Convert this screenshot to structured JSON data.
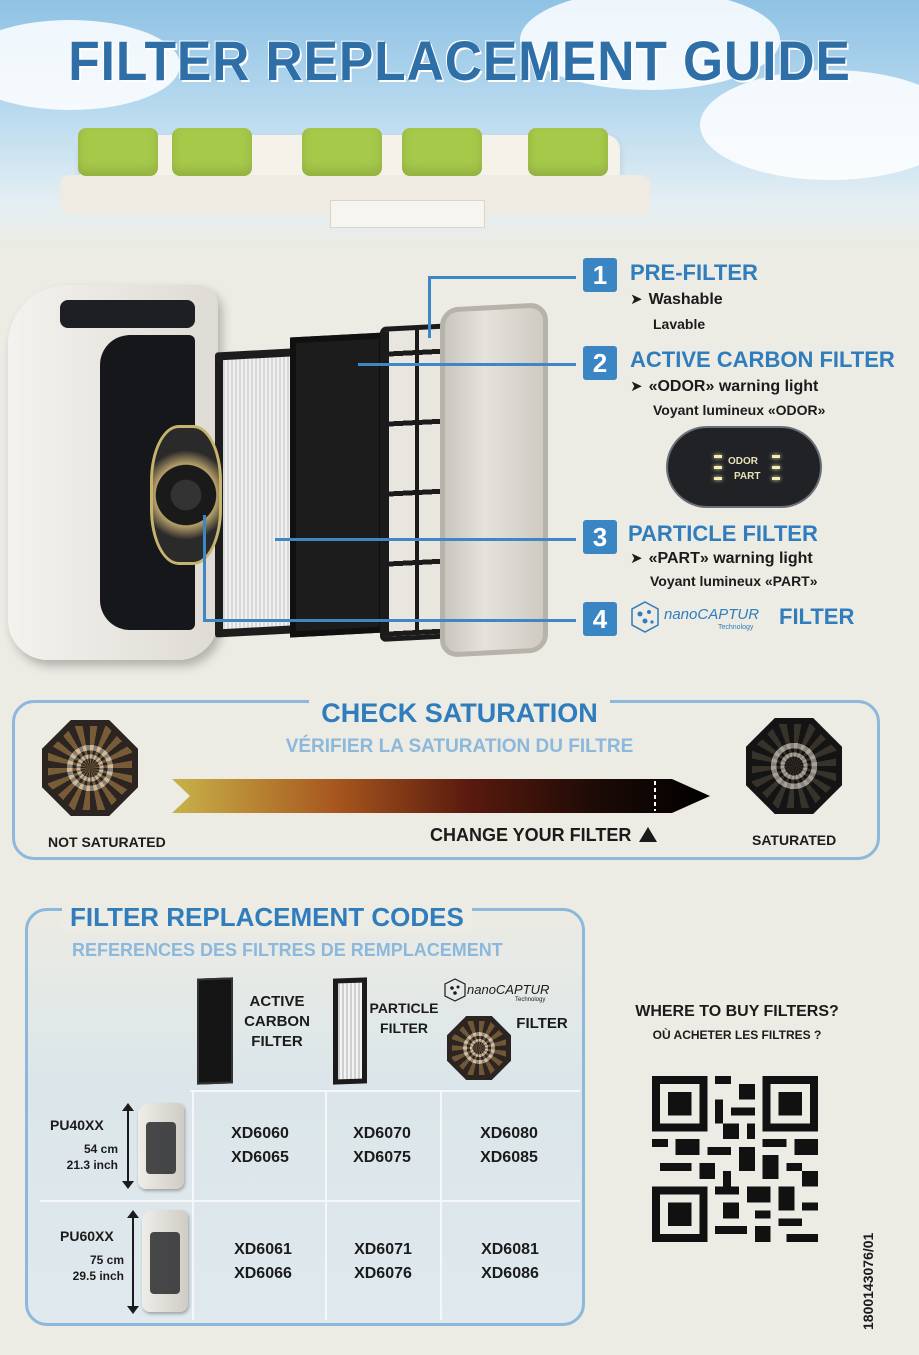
{
  "title": "FILTER REPLACEMENT GUIDE",
  "callouts": [
    {
      "number": "1",
      "title": "PRE-FILTER",
      "line1": "Washable",
      "line2": "Lavable"
    },
    {
      "number": "2",
      "title": "ACTIVE CARBON FILTER",
      "line1": "«ODOR» warning light",
      "line2": "Voyant lumineux «ODOR»"
    },
    {
      "number": "3",
      "title": "PARTICLE FILTER",
      "line1": "«PART» warning light",
      "line2": "Voyant lumineux «PART»"
    },
    {
      "number": "4",
      "title": "FILTER",
      "logo_text": "nanoCAPTUR",
      "logo_sub": "Technology"
    }
  ],
  "control_panel": {
    "odor": "ODOR",
    "part": "PART"
  },
  "saturation": {
    "title": "CHECK SATURATION",
    "subtitle": "VÉRIFIER LA SATURATION DU FILTRE",
    "left_label": "NOT SATURATED",
    "right_label": "SATURATED",
    "change_label": "CHANGE YOUR FILTER"
  },
  "codes": {
    "title": "FILTER REPLACEMENT CODES",
    "subtitle": "REFERENCES DES FILTRES DE REMPLACEMENT",
    "columns": [
      {
        "l1": "ACTIVE",
        "l2": "CARBON",
        "l3": "FILTER"
      },
      {
        "l1": "PARTICLE",
        "l2": "FILTER"
      },
      {
        "logo": "nanoCAPTUR",
        "logo_sub": "Technology",
        "l1": "FILTER"
      }
    ],
    "rows": [
      {
        "model": "PU40XX",
        "cm": "54 cm",
        "inch": "21.3 inch",
        "carbon": [
          "XD6060",
          "XD6065"
        ],
        "particle": [
          "XD6070",
          "XD6075"
        ],
        "nano": [
          "XD6080",
          "XD6085"
        ]
      },
      {
        "model": "PU60XX",
        "cm": "75 cm",
        "inch": "29.5 inch",
        "carbon": [
          "XD6061",
          "XD6066"
        ],
        "particle": [
          "XD6071",
          "XD6076"
        ],
        "nano": [
          "XD6081",
          "XD6086"
        ]
      }
    ]
  },
  "buy": {
    "title": "WHERE TO BUY FILTERS?",
    "subtitle": "OÙ ACHETER LES FILTRES ?"
  },
  "reference": "1800143076/01",
  "colors": {
    "accent_blue": "#2f7dbd",
    "light_blue": "#8cb8dc",
    "pillow_green": "#a6c94a"
  }
}
